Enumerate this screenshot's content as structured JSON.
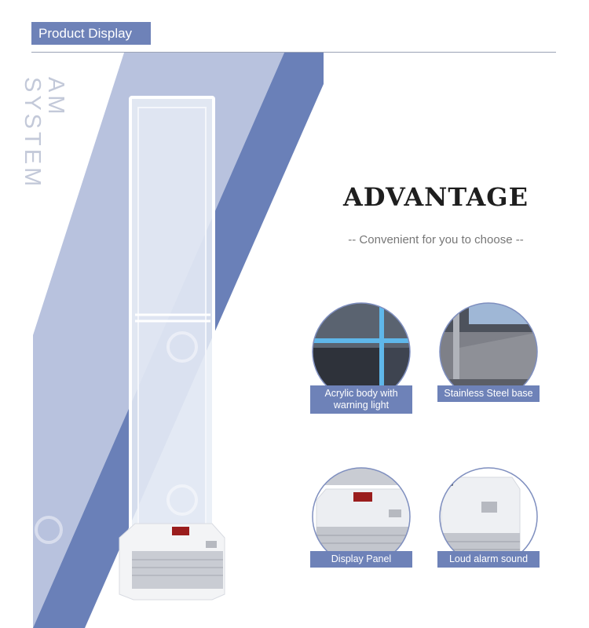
{
  "header": {
    "title": "Product Display"
  },
  "side_text": "AM SYSTEM",
  "advantage": {
    "title": "ADVANTAGE",
    "subtitle": "-- Convenient for you to choose --"
  },
  "features": [
    {
      "label": "Acrylic body with warning light"
    },
    {
      "label": "Stainless Steel base"
    },
    {
      "label": "Display Panel"
    },
    {
      "label": "Loud alarm sound"
    }
  ],
  "colors": {
    "accent": "#6e82b8",
    "light_band": "#b8c2de",
    "dark_band": "#6a80b8"
  }
}
